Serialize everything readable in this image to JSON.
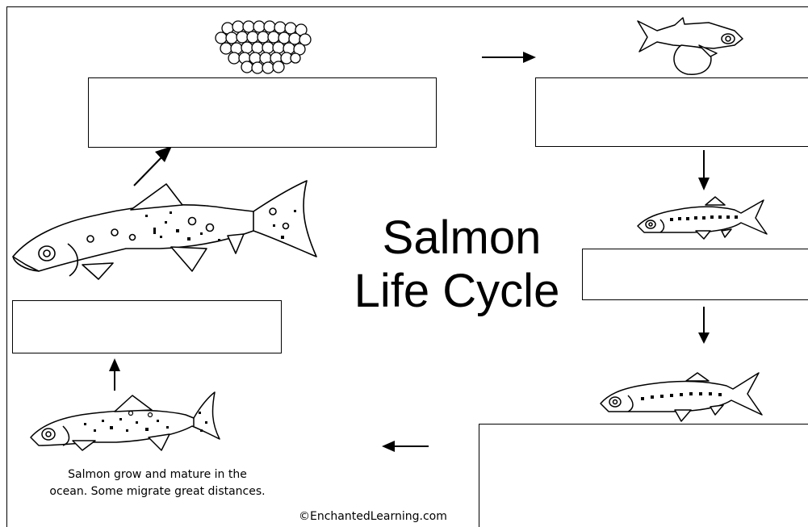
{
  "title": {
    "line1": "Salmon",
    "line2": "Life Cycle"
  },
  "caption": {
    "line1": "Salmon grow and mature in the",
    "line2": "ocean.  Some migrate great distances."
  },
  "copyright": "©EnchantedLearning.com",
  "stages": [
    {
      "id": "eggs",
      "label": ""
    },
    {
      "id": "alevin",
      "label": ""
    },
    {
      "id": "fry",
      "label": ""
    },
    {
      "id": "smolt",
      "label": ""
    },
    {
      "id": "adult",
      "label": ""
    }
  ],
  "colors": {
    "line": "#000000",
    "background": "#ffffff"
  }
}
